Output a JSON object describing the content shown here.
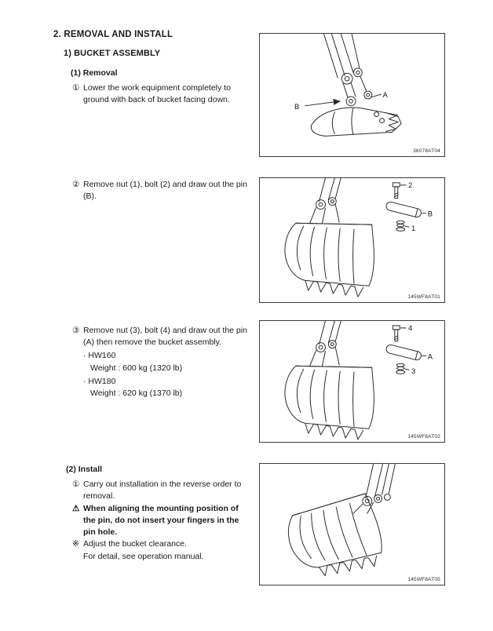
{
  "doc": {
    "section_title": "2. REMOVAL AND INSTALL",
    "subsection_title": "1) BUCKET ASSEMBLY",
    "removal_heading": "(1) Removal",
    "removal_steps": {
      "s1_num": "①",
      "s1_text": "Lower the work equipment completely to ground with back of bucket facing down.",
      "s2_num": "②",
      "s2_text": "Remove nut (1), bolt (2) and draw out the pin (B).",
      "s3_num": "③",
      "s3_text": "Remove nut (3), bolt (4) and draw out the pin (A) then remove the bucket assembly.",
      "spec1_model": "· HW160",
      "spec1_weight": "Weight : 600 kg (1320 lb)",
      "spec2_model": "· HW180",
      "spec2_weight": "Weight : 620 kg (1370 lb)"
    },
    "install_heading": "(2) Install",
    "install_steps": {
      "s1_num": "①",
      "s1_text": "Carry out installation in the reverse order to removal.",
      "warn_icon": "⚠",
      "warn_text": "When aligning the mounting position of the pin, do not insert your fingers in the pin hole.",
      "note_mark": "※",
      "note_text": "Adjust the bucket clearance.",
      "note_detail": "For detail, see operation manual."
    }
  },
  "figures": {
    "fig1": {
      "id": "36078AT04",
      "label_a": "A",
      "label_b": "B"
    },
    "fig2": {
      "id": "145WF8AT01",
      "label_bolt": "2",
      "label_pin": "B",
      "label_nut": "1"
    },
    "fig3": {
      "id": "145WF8AT02",
      "label_bolt": "4",
      "label_pin": "A",
      "label_nut": "3"
    },
    "fig4": {
      "id": "145WF8AT05"
    }
  }
}
